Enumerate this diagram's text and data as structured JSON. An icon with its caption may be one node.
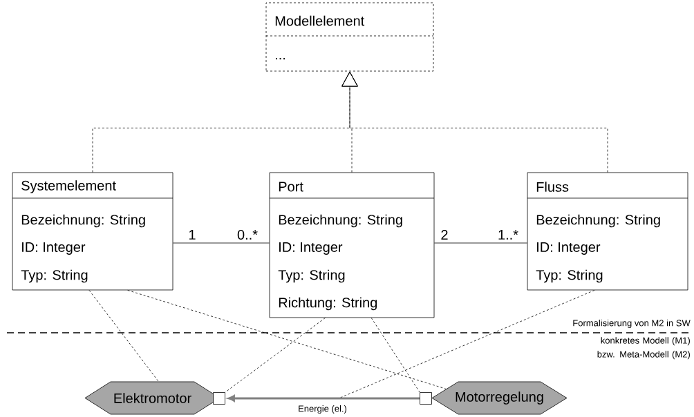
{
  "diagram": {
    "nodes": [
      {
        "text": [
          "Modellelement",
          "..."
        ]
      },
      {
        "text": [
          "Systemelement",
          "Bezeichnung: String",
          "ID: Integer",
          "Typ: String"
        ]
      },
      {
        "text": [
          "Port",
          "Bezeichnung: String",
          "ID: Integer",
          "Typ: String",
          "Richtung: String"
        ]
      },
      {
        "text": [
          "Fluss",
          "Bezeichnung: String",
          "ID: Integer",
          "Typ: String"
        ]
      },
      {
        "text": [
          "Elektromotor"
        ]
      },
      {
        "text": [],
        "shape": "box"
      },
      {
        "text": [],
        "shape": "box"
      },
      {
        "text": [
          "Motorregelung"
        ]
      }
    ],
    "edges": [
      {
        "from": 1,
        "to": 0,
        "arrow": "to",
        "style": "dashed"
      },
      {
        "from": 2,
        "to": 0,
        "arrow": "to",
        "style": "dashed"
      },
      {
        "from": 3,
        "to": 0,
        "arrow": "to",
        "style": "dashed"
      },
      {
        "from": 1,
        "to": 2,
        "arrow": "none"
      },
      {
        "from": 2,
        "to": 3,
        "arrow": "none"
      },
      {
        "from": 1,
        "to": 4,
        "arrow": "none",
        "style": "dashed"
      },
      {
        "from": 1,
        "to": 7,
        "arrow": "none",
        "style": "dashed"
      },
      {
        "from": 2,
        "to": 5,
        "arrow": "none",
        "style": "dashed"
      },
      {
        "from": 2,
        "to": 6,
        "arrow": "none",
        "style": "dashed"
      },
      {
        "from": 3,
        "to": null,
        "arrow": "none",
        "style": "dashed"
      },
      {
        "from": 6,
        "to": 5,
        "arrow": "to",
        "style": "thick",
        "color": "#808080",
        "label": "Energie (el.)"
      }
    ],
    "labels": [
      "1",
      "0..*",
      "2",
      "1..*",
      "Formalisierung von M2 in SW",
      "konkretes Modell (M1) bzw. Meta-Modell (M2)"
    ]
  }
}
